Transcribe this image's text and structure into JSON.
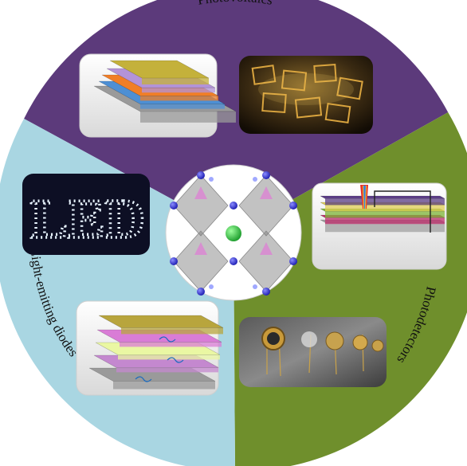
{
  "sectors": [
    {
      "id": "photovoltaics",
      "label": "Photovoltaics",
      "color": "#5c3a7b"
    },
    {
      "id": "photodetectors",
      "label": "Photodetectors",
      "color": "#6f8f2c"
    },
    {
      "id": "leds",
      "label": "Light-emitting diodes",
      "color": "#a9d6e2"
    }
  ],
  "center": {
    "color": "#ffffff"
  },
  "led_sign": {
    "text": "LED",
    "background": "#0d0f24",
    "dot_color": "#e8f4ff"
  },
  "layer_colors": {
    "solar_stack": [
      "#9a9a9a",
      "#4d8fd4",
      "#f07e26",
      "#b393d8",
      "#c4b13b"
    ],
    "detector_stack": [
      "#a0a0a0",
      "#c02f6d",
      "#7fb538",
      "#e0cf56",
      "#5b3d86"
    ],
    "led_stack": [
      "#9a9a9a",
      "#c488cf",
      "#eaf7a3",
      "#d97cd6",
      "#b8a53d"
    ]
  }
}
